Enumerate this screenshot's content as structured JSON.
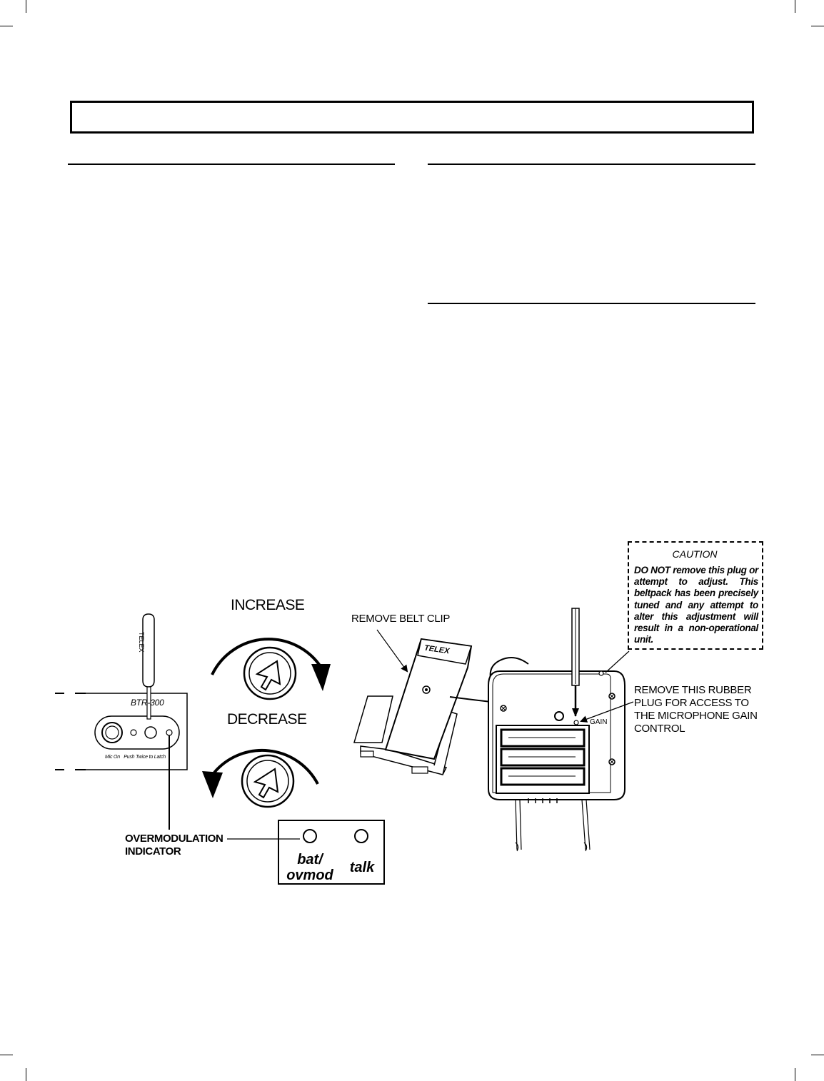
{
  "diagram": {
    "increase_label": "INCREASE",
    "decrease_label": "DECREASE",
    "remove_belt_clip_label": "REMOVE BELT CLIP",
    "caution": {
      "title": "CAUTION",
      "body": "DO NOT remove this plug or attempt to adjust. This beltpack has been precisely tuned and any attempt to alter this adjustment will result in a non-operational unit."
    },
    "rubber_plug_label": {
      "line1": "REMOVE THIS RUBBER",
      "line2": "PLUG FOR ACCESS TO",
      "line3": "THE MICROPHONE GAIN",
      "line4": "CONTROL"
    },
    "gain_label": "GAIN",
    "overmod_label": {
      "line1": "OVERMODULATION",
      "line2": "INDICATOR"
    },
    "indicator_panel": {
      "left_label_line1": "bat/",
      "left_label_line2": "ovmod",
      "right_label": "talk"
    },
    "device_panel": {
      "model": "BTR-300",
      "caption": "Mic On   Push Twice to Latch",
      "brand": "TELEX"
    },
    "belt_clip_brand": "TELEX"
  }
}
